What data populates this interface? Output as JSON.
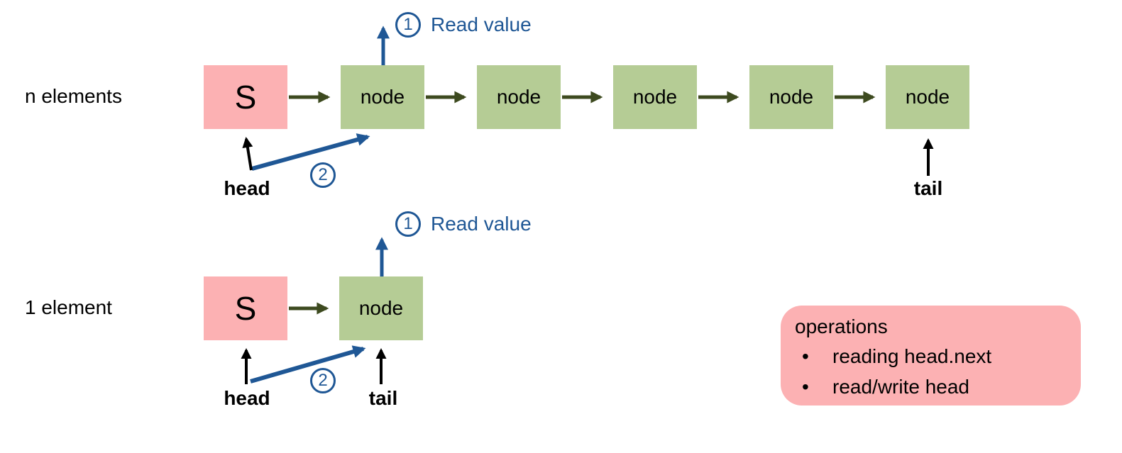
{
  "colors": {
    "box_pink": "#fcb1b3",
    "panel_pink": "#fcb1b3",
    "node_green": "#b5cc95",
    "arrow_olive": "#3d4a1f",
    "accent_blue": "#1f5795",
    "text_black": "#111111"
  },
  "top_row": {
    "label": "n elements",
    "stack": "S",
    "nodes": [
      "node",
      "node",
      "node",
      "node",
      "node"
    ],
    "head": "head",
    "tail": "tail",
    "step1_num": "1",
    "step1_text": "Read value",
    "step2_num": "2"
  },
  "bottom_row": {
    "label": "1 element",
    "stack": "S",
    "nodes": [
      "node"
    ],
    "head": "head",
    "tail": "tail",
    "step1_num": "1",
    "step1_text": "Read value",
    "step2_num": "2"
  },
  "operations": {
    "title": "operations",
    "bullet": "•",
    "items": [
      "reading head.next",
      "read/write head"
    ]
  }
}
